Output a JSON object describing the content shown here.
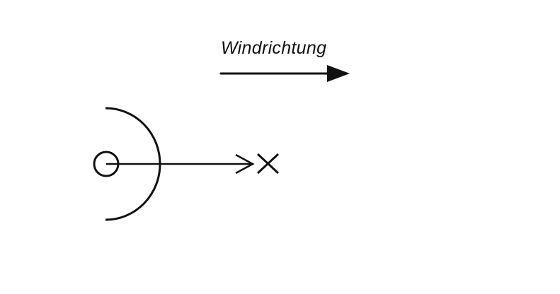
{
  "diagram": {
    "wind_direction_label": "Windrichtung",
    "stroke_color": "#111111",
    "background_color": "#ffffff",
    "elements": {
      "wind_arrow": "wind-direction-arrow",
      "source": "source-circle",
      "barrier": "semicircular-barrier",
      "flow": "flow-arrow",
      "target": "target-x-marker"
    }
  }
}
